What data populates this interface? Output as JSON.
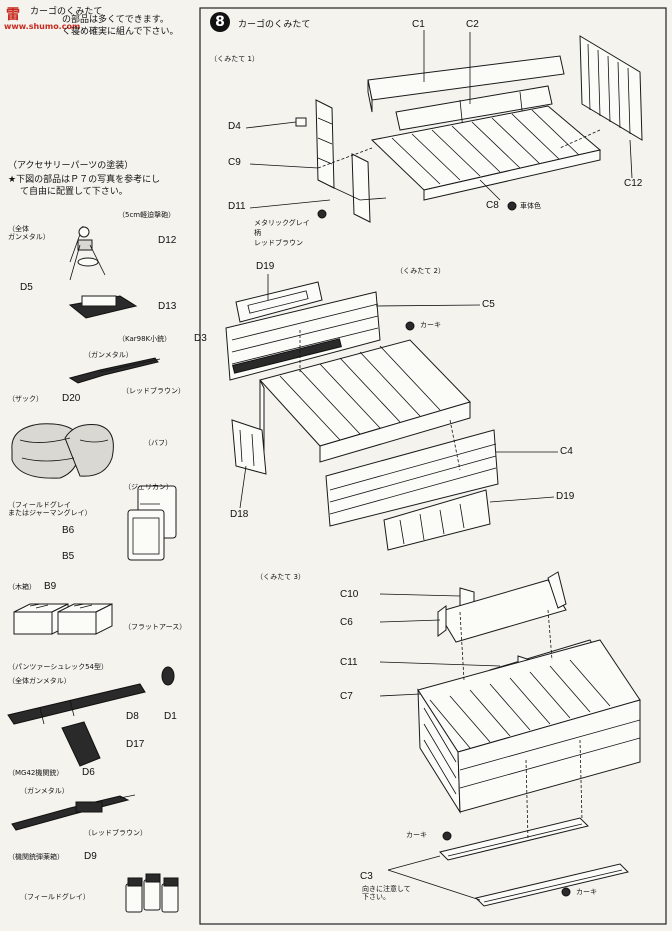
{
  "watermark": {
    "brand": "雷",
    "site": "www.shumo.com"
  },
  "left_column": {
    "intro": {
      "title": "カーゴのくみたて",
      "line1": "の部品は多くてできます。",
      "line2": "く寝め確実に組んで下さい。"
    },
    "accessory_header": "（アクセサリーパーツの塗装）",
    "accessory_note1": "★下図の部品はＰ７の写真を参考にし",
    "accessory_note2": "て自由に配置して下さい。",
    "items": [
      {
        "title": "（5cm軽迫撃砲）",
        "note": "（全体\nガンメタル）",
        "parts": [
          "D12",
          "D5",
          "D13"
        ]
      },
      {
        "title": "（Kar98K小銃）",
        "parts": [
          "D3"
        ],
        "notes": [
          "（ガンメタル）",
          "（レッドブラウン）"
        ]
      },
      {
        "title": "（ザック）",
        "parts": [
          "D20"
        ],
        "notes": [
          "（バフ）"
        ]
      },
      {
        "title": "（ジェリカン）",
        "parts": [
          "B6",
          "B5"
        ],
        "notes": [
          "（フィールドグレイ\nまたはジャーマングレイ）"
        ]
      },
      {
        "title": "（木箱）",
        "parts": [
          "B9"
        ],
        "notes": [
          "（フラットアース）"
        ]
      },
      {
        "title": "（パンツァーシュレック54型）",
        "note": "（全体ガンメタル）",
        "parts": [
          "D8",
          "D1",
          "D17"
        ]
      },
      {
        "title": "（MG42機関銃）",
        "parts": [
          "D6"
        ],
        "notes": [
          "（ガンメタル）",
          "（レッドブラウン）"
        ]
      },
      {
        "title": "（機関銃弾薬箱）",
        "parts": [
          "D9"
        ],
        "notes": [
          "（フィールドグレイ）"
        ]
      }
    ]
  },
  "right_column": {
    "step_number": "8",
    "step_title": "カーゴのくみたて",
    "sub1": {
      "title": "（くみたて 1）",
      "parts": [
        "C1",
        "C2",
        "D4",
        "C9",
        "D11",
        "C8",
        "C12"
      ],
      "paint_note": "メタリックグレイ\n柄\nレッドブラウン",
      "body_color": "車体色"
    },
    "sub2": {
      "title": "（くみたて 2）",
      "parts": [
        "D19",
        "C5",
        "C4",
        "D18",
        "D19"
      ],
      "paint": "カーキ"
    },
    "sub3": {
      "title": "（くみたて 3）",
      "parts": [
        "C10",
        "C6",
        "C11",
        "C7",
        "C3"
      ],
      "paint1": "カーキ",
      "paint2": "カーキ",
      "orientation_note": "向きに注意して\n下さい。"
    }
  }
}
